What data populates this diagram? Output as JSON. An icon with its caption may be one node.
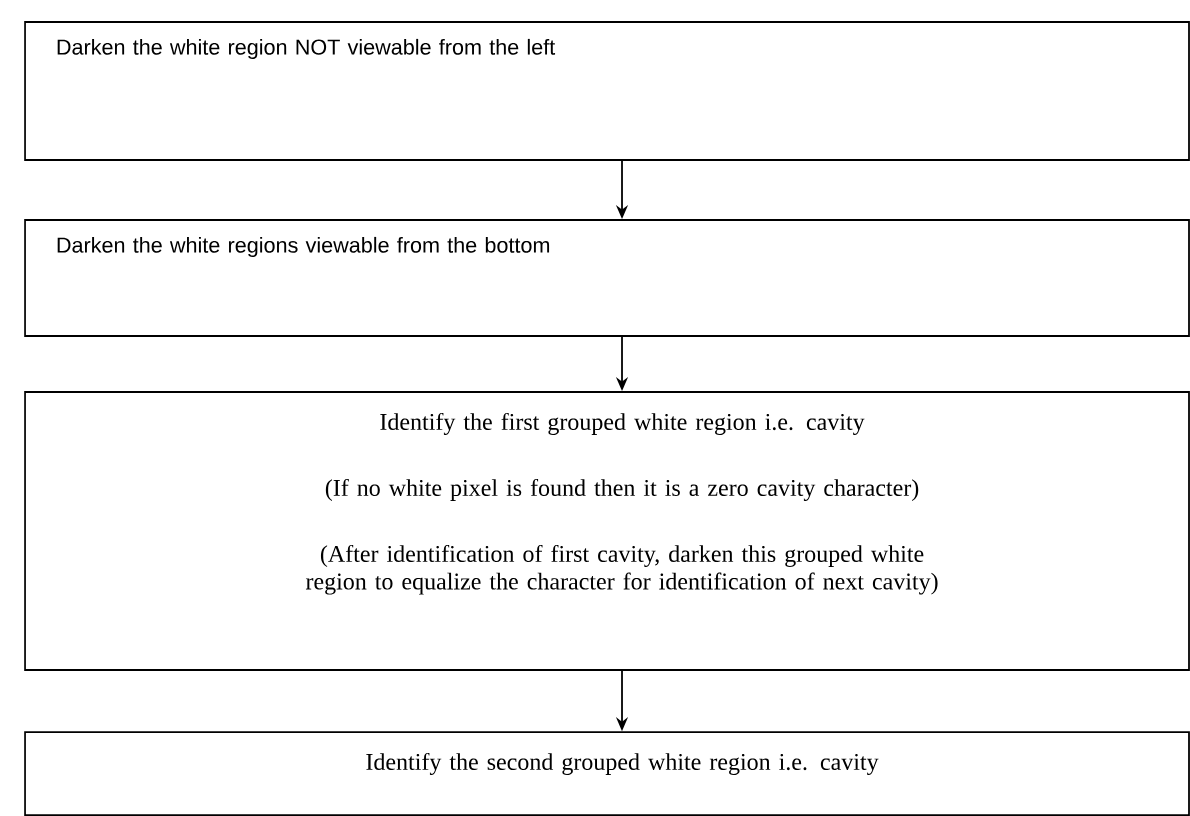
{
  "diagram": {
    "nodes": [
      {
        "text": [
          "Darken the white region NOT viewable from the left"
        ]
      },
      {
        "text": [
          "Darken the white regions viewable from the bottom"
        ]
      },
      {
        "text": [
          "Identify the first grouped white region i.e. cavity",
          "(If no white pixel is found then it is a zero cavity character)",
          "(After identification of first cavity, darken this grouped white region to equalize the character for identification of next cavity)"
        ]
      },
      {
        "text": [
          "Identify the second grouped white region i.e. cavity"
        ]
      }
    ],
    "edges": [
      {
        "from": 0,
        "to": 1,
        "arrow": "to"
      },
      {
        "from": 1,
        "to": 2,
        "arrow": "to"
      },
      {
        "from": 2,
        "to": 3,
        "arrow": "to"
      }
    ]
  }
}
